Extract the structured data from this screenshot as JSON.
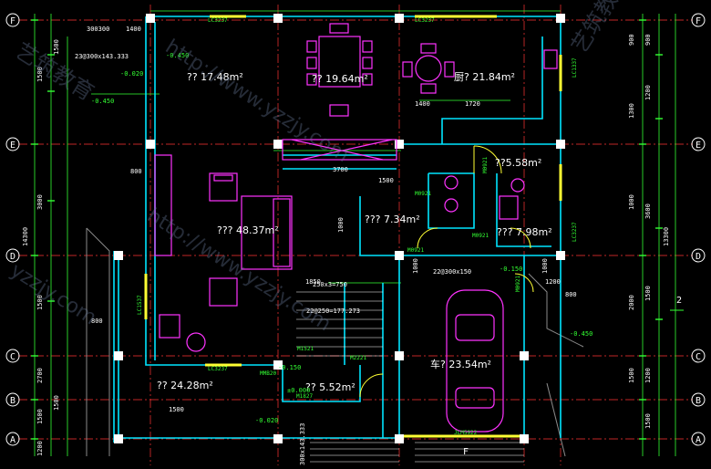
{
  "axes": {
    "left": [
      "F",
      "E",
      "D",
      "C",
      "B",
      "A"
    ],
    "right": [
      "F",
      "E",
      "D",
      "C",
      "B",
      "A"
    ]
  },
  "rooms": [
    {
      "key": "bedroom",
      "label": "?? 17.48m²"
    },
    {
      "key": "dining",
      "label": "?? 19.64m²"
    },
    {
      "key": "kitchen",
      "label": "厨? 21.84m²"
    },
    {
      "key": "bath",
      "label": "??5.58m²"
    },
    {
      "key": "living",
      "label": "??? 48.37m²"
    },
    {
      "key": "hall",
      "label": "??? 7.34m²"
    },
    {
      "key": "storage",
      "label": "??? 7.98m²"
    },
    {
      "key": "garage",
      "label": "车? 23.54m²"
    },
    {
      "key": "terrace",
      "label": "?? 24.28m²"
    },
    {
      "key": "porch",
      "label": "?? 5.52m²"
    }
  ],
  "dimensions": {
    "left_col1": [
      "1500",
      "3000",
      "1500",
      "2700",
      "1500",
      "1200"
    ],
    "left_col2": [
      "14300",
      "1500",
      "800"
    ],
    "right_col1": [
      "900",
      "1200",
      "3600",
      "1500",
      "1200",
      "1500"
    ],
    "right_col2": [
      "900",
      "1300",
      "1000",
      "2000",
      "1500"
    ],
    "right_total": "13300",
    "inner": [
      "1400",
      "1720",
      "3700",
      "1500",
      "1000",
      "800",
      "1850",
      "800",
      "1500",
      "1200",
      "1000",
      "1000"
    ],
    "top": [
      "300300",
      "1400",
      "1500"
    ]
  },
  "labels": {
    "stair1": "250x3=750",
    "stair2": "22@250=177.273",
    "stair3": "22@300x150",
    "col_spec": "23@300x143.333",
    "col_spec_bottom": "300x143.333",
    "garage_door": "JLM5922",
    "door_f": "F",
    "section_2": "2",
    "levels": [
      "-0.020",
      "-0.450",
      "-0.150",
      "±0.000",
      "-0.450",
      "-0.020",
      "-0.150",
      "-0.450"
    ],
    "tags": [
      "LC3237",
      "LC3237",
      "LC3237",
      "LC1337",
      "LC3237",
      "LC1537",
      "M0921",
      "M0921",
      "M0921",
      "M0921",
      "M1521",
      "M2221",
      "M1827",
      "M0921",
      "MMB20"
    ]
  },
  "watermarks": {
    "url1": "http://www.yzzjy.com",
    "url2": "http://www.yzzjy.com",
    "url3": "yzzjy.com",
    "brand": "艺筑教育",
    "brand2": "艺筑教育"
  },
  "colors": {
    "background": "#000000",
    "grid_axis": "#ff3333",
    "wall": "#00e5ff",
    "dimension": "#33ff33",
    "furniture": "#ff33ff",
    "column": "#ffffff",
    "yellow": "#ffff33",
    "text": "#ffffff"
  }
}
